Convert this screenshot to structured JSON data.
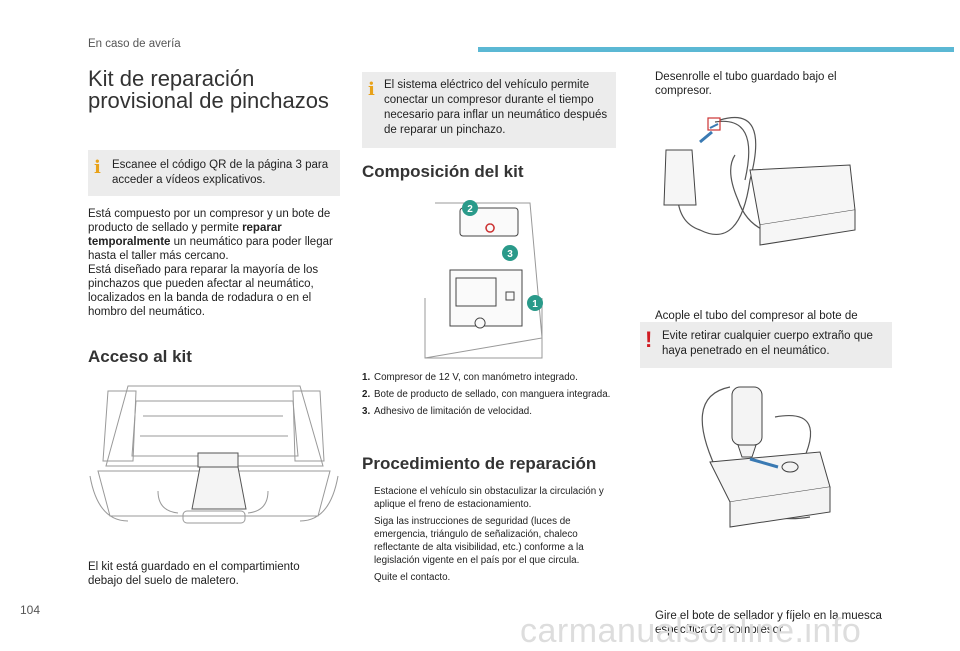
{
  "header": {
    "section": "En caso de avería"
  },
  "page_number": "104",
  "watermark": "carmanualsonline.info",
  "title": "Kit de reparación provisional de pinchazos",
  "info_qr": "Escanee el código QR de la página 3 para acceder a vídeos explicativos.",
  "intro": {
    "p1_before": "Está compuesto por un compresor y un bote de producto de sellado y permite ",
    "p1_bold": "reparar temporalmente",
    "p1_after": " un neumático para poder llegar hasta el taller más cercano.",
    "p2": "Está diseñado para reparar la mayoría de los pinchazos que pueden afectar al neumático, localizados en la banda de rodadura o en el hombro del neumático."
  },
  "access": {
    "heading": "Acceso al kit",
    "caption": "El kit está guardado en el compartimiento debajo del suelo de maletero."
  },
  "info_electrical": "El sistema eléctrico del vehículo permite conectar un compresor durante el tiempo necesario para inflar un neumático después de reparar un pinchazo.",
  "composition": {
    "heading": "Composición del kit",
    "callouts": [
      "1",
      "2",
      "3"
    ],
    "items": [
      {
        "num": "1.",
        "text": "Compresor de 12 V, con manómetro integrado."
      },
      {
        "num": "2.",
        "text": "Bote de producto de sellado, con manguera integrada."
      },
      {
        "num": "3.",
        "text": "Adhesivo de limitación de velocidad."
      }
    ]
  },
  "procedure": {
    "heading": "Procedimiento de reparación",
    "bullet": "",
    "steps": [
      "Estacione el vehículo sin obstaculizar la circulación y aplique el freno de estacionamiento.",
      "Siga las instrucciones de seguridad (luces de emergencia, triángulo de señalización, chaleco reflectante de alta visibilidad, etc.) conforme a la legislación vigente en el país por el que circula.",
      "Quite el contacto."
    ]
  },
  "right": {
    "step1": "Desenrolle el tubo guardado bajo el compresor.",
    "step2": "Acople el tubo del compresor al bote de producto de sellado.",
    "warning": "Evite retirar cualquier cuerpo extraño que haya penetrado en el neumático.",
    "step3": "Gire el bote de sellador y fíjelo en la muesca específica del compresor."
  },
  "icons": {
    "info": "info-icon",
    "warning": "warning-icon"
  },
  "colors": {
    "accent": "#5bb8d4",
    "info": "#e8a21a",
    "warning": "#d01b22",
    "callout": "#2a9a8a",
    "box": "#ececec"
  }
}
